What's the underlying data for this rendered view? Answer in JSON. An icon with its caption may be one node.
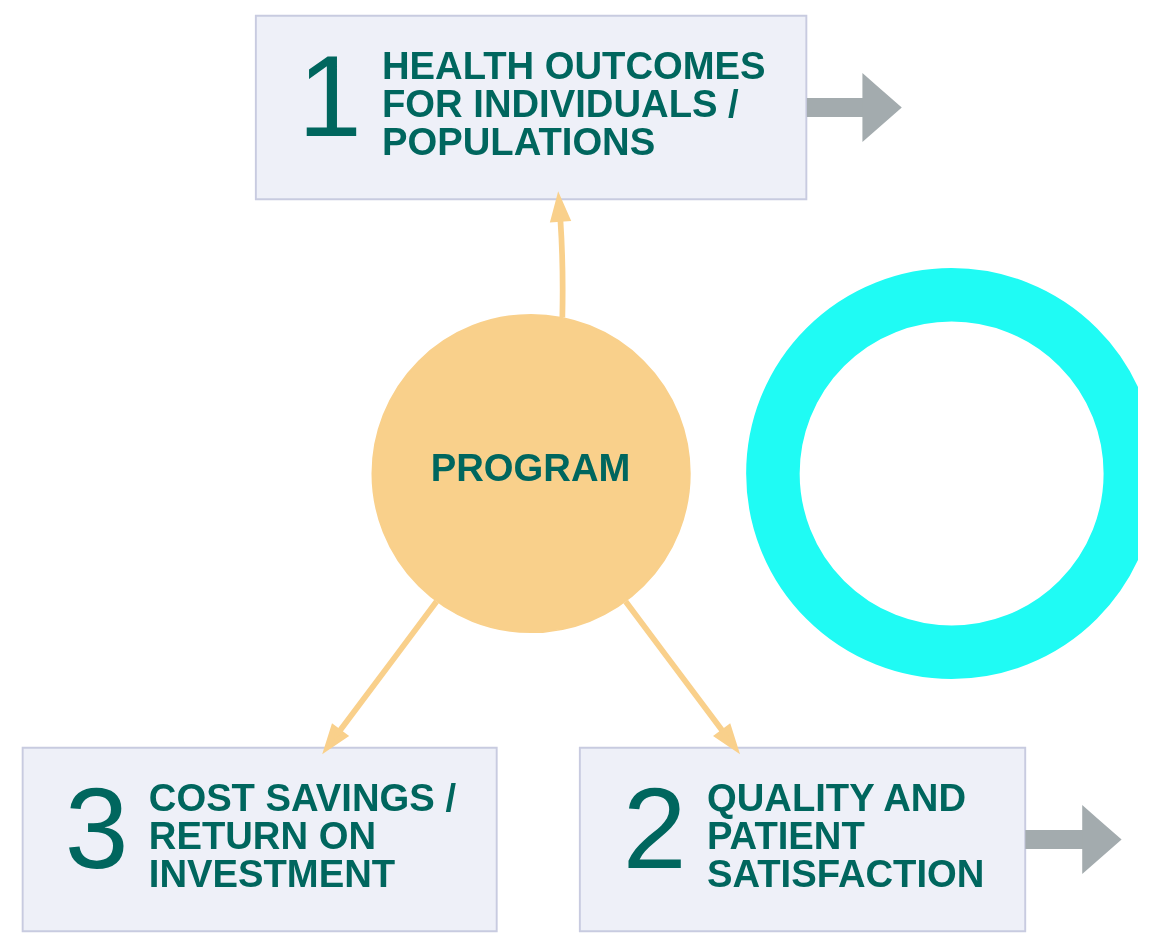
{
  "diagram": {
    "nodes": [
      {
        "text": [
          "1",
          "HEALTH OUTCOMES FOR INDIVIDUALS / POPULATIONS"
        ]
      },
      {
        "text": [
          "PROGRAM"
        ]
      },
      {
        "text": [
          "3",
          "COST SAVINGS / RETURN ON INVESTMENT"
        ]
      },
      {
        "text": [
          "2",
          "QUALITY AND PATIENT SATISFACTION"
        ]
      },
      {
        "text": [],
        "shape": "circle"
      }
    ],
    "edges": [
      {
        "from": 1,
        "to": 0,
        "arrow": "to"
      },
      {
        "from": 1,
        "to": 3,
        "arrow": "to"
      },
      {
        "from": 1,
        "to": 2,
        "arrow": "to"
      },
      {
        "from": 0,
        "to": null,
        "arrow": "to",
        "style": "thick",
        "color": "#a3abae"
      },
      {
        "from": 3,
        "to": null,
        "arrow": "to",
        "style": "thick",
        "color": "#a3abae"
      }
    ]
  }
}
